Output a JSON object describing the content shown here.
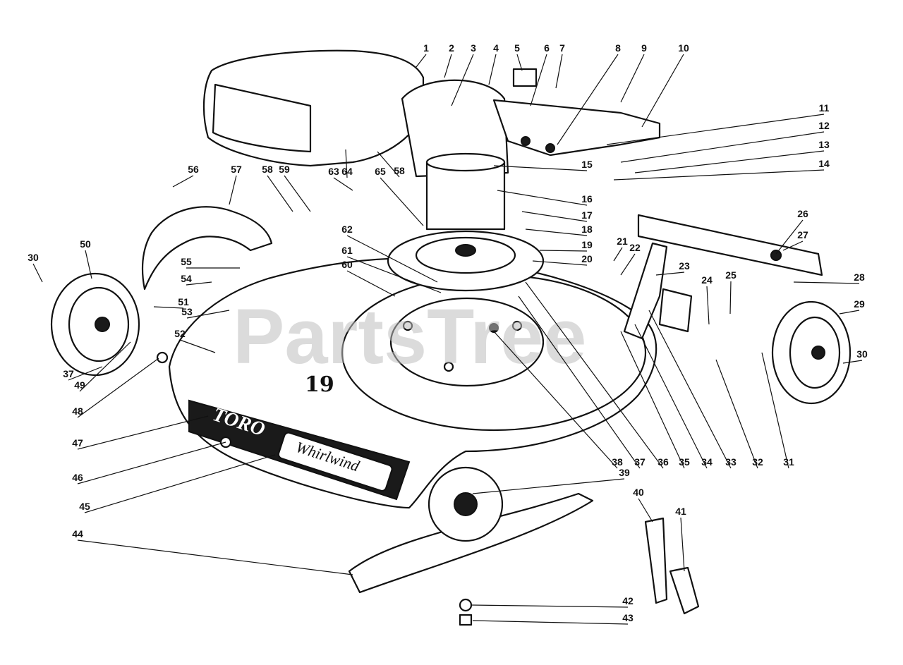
{
  "diagram": {
    "watermark": "PartsTree",
    "deck_brand": "TORO",
    "deck_model": "Whirlwind",
    "deck_size": "19",
    "callouts": [
      {
        "id": "c1",
        "label": "1"
      },
      {
        "id": "c2",
        "label": "2"
      },
      {
        "id": "c3",
        "label": "3"
      },
      {
        "id": "c4",
        "label": "4"
      },
      {
        "id": "c5",
        "label": "5"
      },
      {
        "id": "c6",
        "label": "6"
      },
      {
        "id": "c7",
        "label": "7"
      },
      {
        "id": "c8",
        "label": "8"
      },
      {
        "id": "c9",
        "label": "9"
      },
      {
        "id": "c10",
        "label": "10"
      },
      {
        "id": "c11",
        "label": "11"
      },
      {
        "id": "c12",
        "label": "12"
      },
      {
        "id": "c13",
        "label": "13"
      },
      {
        "id": "c14",
        "label": "14"
      },
      {
        "id": "c15",
        "label": "15"
      },
      {
        "id": "c16",
        "label": "16"
      },
      {
        "id": "c17",
        "label": "17"
      },
      {
        "id": "c18",
        "label": "18"
      },
      {
        "id": "c19",
        "label": "19"
      },
      {
        "id": "c20",
        "label": "20"
      },
      {
        "id": "c21",
        "label": "21"
      },
      {
        "id": "c22",
        "label": "22"
      },
      {
        "id": "c23",
        "label": "23"
      },
      {
        "id": "c24",
        "label": "24"
      },
      {
        "id": "c25",
        "label": "25"
      },
      {
        "id": "c26",
        "label": "26"
      },
      {
        "id": "c27",
        "label": "27"
      },
      {
        "id": "c28",
        "label": "28"
      },
      {
        "id": "c29",
        "label": "29"
      },
      {
        "id": "c30a",
        "label": "30"
      },
      {
        "id": "c30b",
        "label": "30"
      },
      {
        "id": "c31",
        "label": "31"
      },
      {
        "id": "c32",
        "label": "32"
      },
      {
        "id": "c33",
        "label": "33"
      },
      {
        "id": "c34",
        "label": "34"
      },
      {
        "id": "c35",
        "label": "35"
      },
      {
        "id": "c36",
        "label": "36"
      },
      {
        "id": "c37a",
        "label": "37"
      },
      {
        "id": "c37b",
        "label": "37"
      },
      {
        "id": "c38",
        "label": "38"
      },
      {
        "id": "c39",
        "label": "39"
      },
      {
        "id": "c40",
        "label": "40"
      },
      {
        "id": "c41",
        "label": "41"
      },
      {
        "id": "c42",
        "label": "42"
      },
      {
        "id": "c43",
        "label": "43"
      },
      {
        "id": "c44",
        "label": "44"
      },
      {
        "id": "c45",
        "label": "45"
      },
      {
        "id": "c46",
        "label": "46"
      },
      {
        "id": "c47",
        "label": "47"
      },
      {
        "id": "c48",
        "label": "48"
      },
      {
        "id": "c49",
        "label": "49"
      },
      {
        "id": "c50",
        "label": "50"
      },
      {
        "id": "c51",
        "label": "51"
      },
      {
        "id": "c52",
        "label": "52"
      },
      {
        "id": "c53",
        "label": "53"
      },
      {
        "id": "c54",
        "label": "54"
      },
      {
        "id": "c55",
        "label": "55"
      },
      {
        "id": "c56",
        "label": "56"
      },
      {
        "id": "c57",
        "label": "57"
      },
      {
        "id": "c58a",
        "label": "58"
      },
      {
        "id": "c58b",
        "label": "58"
      },
      {
        "id": "c59",
        "label": "59"
      },
      {
        "id": "c60",
        "label": "60"
      },
      {
        "id": "c61",
        "label": "61"
      },
      {
        "id": "c62",
        "label": "62"
      },
      {
        "id": "c63",
        "label": "63"
      },
      {
        "id": "c64",
        "label": "64"
      },
      {
        "id": "c65",
        "label": "65"
      }
    ]
  }
}
